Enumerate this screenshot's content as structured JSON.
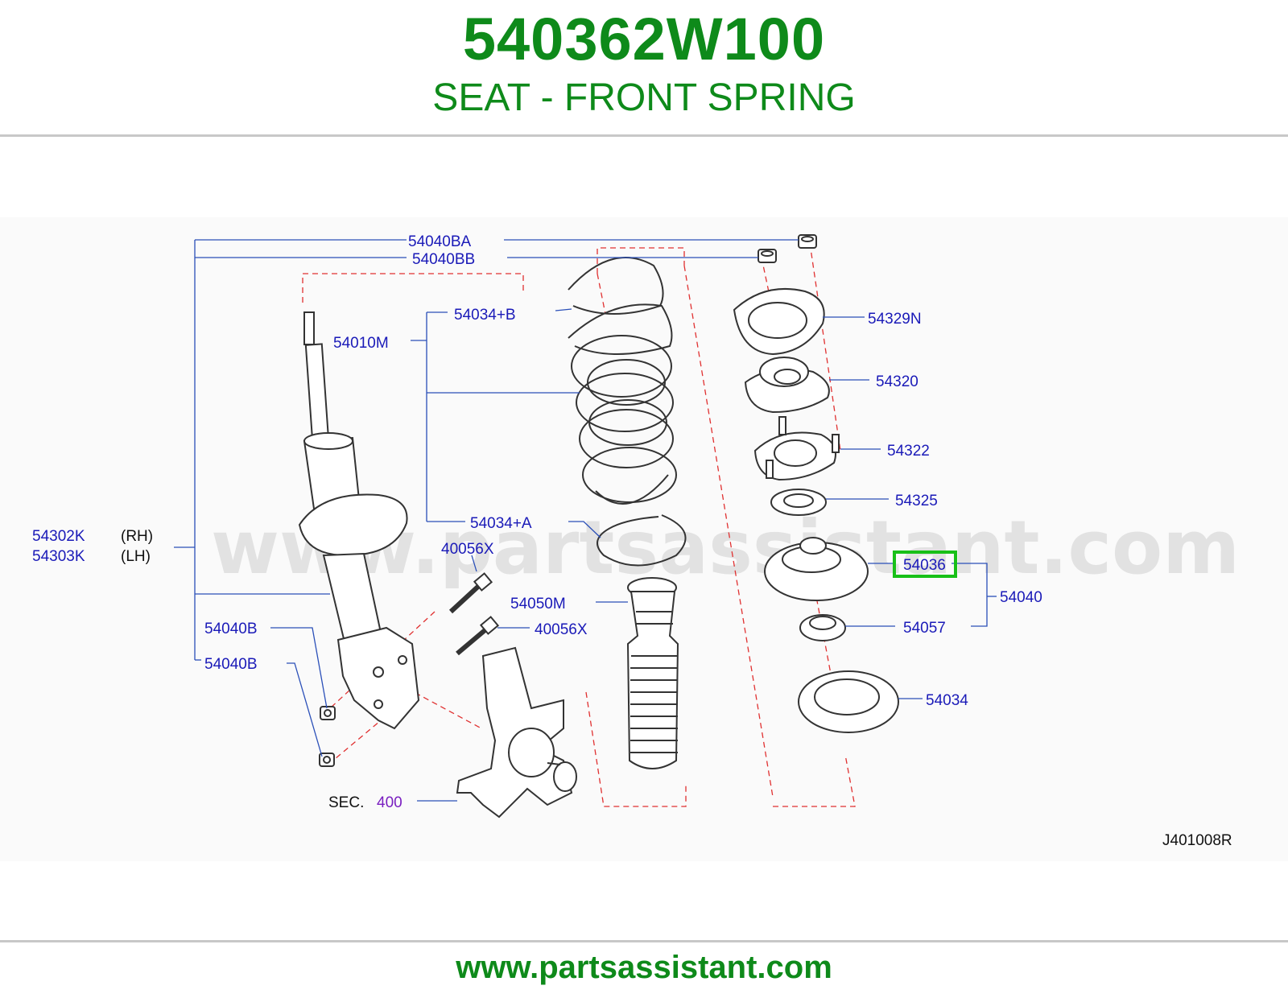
{
  "header": {
    "part_number": "540362W100",
    "description": "SEAT - FRONT SPRING"
  },
  "footer": {
    "url": "www.partsassistant.com"
  },
  "watermark": "www.partsassistant.com",
  "diagram": {
    "ref_code": "J401008R",
    "highlighted_part": "54036",
    "labels": {
      "p54040BA": "54040BA",
      "p54040BB": "54040BB",
      "p54034B": "54034+B",
      "p54010M": "54010M",
      "p54329N": "54329N",
      "p54320": "54320",
      "p54322": "54322",
      "p54325": "54325",
      "p54034A": "54034+A",
      "p40056X_1": "40056X",
      "p54036": "54036",
      "p54040": "54040",
      "p54050M": "54050M",
      "p40056X_2": "40056X",
      "p54057": "54057",
      "p54302K": "54302K",
      "rh": "(RH)",
      "p54303K": "54303K",
      "lh": "(LH)",
      "p54040B_1": "54040B",
      "p54040B_2": "54040B",
      "p54034": "54034",
      "sec": "SEC.",
      "sec_no": "400"
    }
  },
  "colors": {
    "brand_green": "#0e8a1a",
    "label_blue": "#1a1ab8",
    "highlight_green": "#18c018",
    "section_purple": "#7a1fc0"
  }
}
